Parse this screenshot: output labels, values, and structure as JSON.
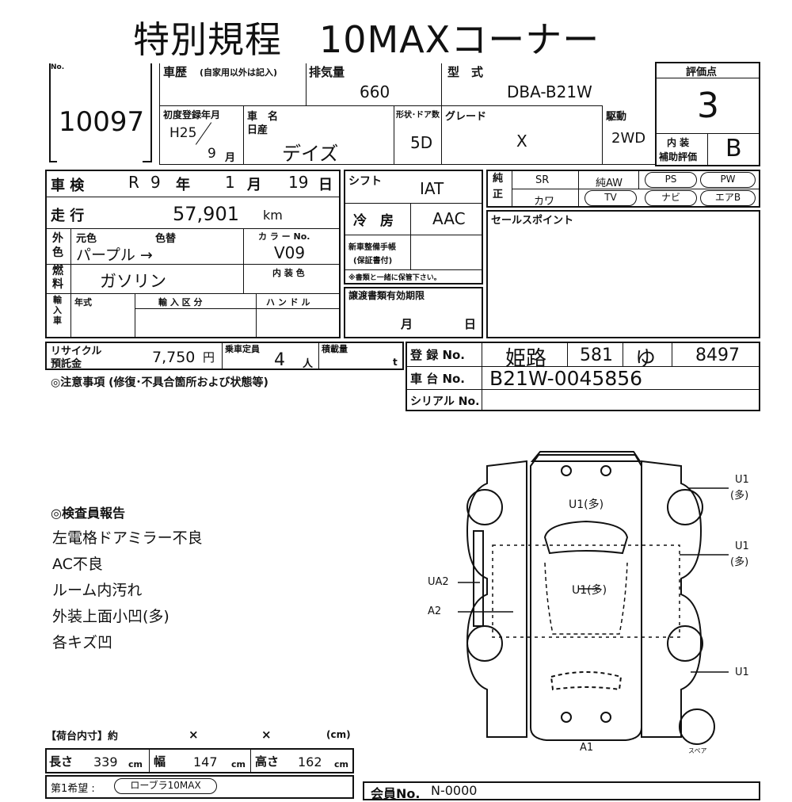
{
  "header": {
    "title": "特別規程　10MAXコーナー"
  },
  "sheet": {
    "no_label": "No.",
    "no_value": "10097",
    "history_label": "車歴",
    "history_note": "(自家用以外は記入)",
    "displacement_label": "排気量",
    "displacement_value": "660",
    "model_label": "型　式",
    "model_value": "DBA-B21W",
    "score_label": "評価点",
    "score_value": "3",
    "first_reg_label": "初度登録年月",
    "first_reg_era": "H25",
    "first_reg_month": "9",
    "month_unit": "月",
    "car_name_label": "車　名",
    "maker": "日産",
    "car_name": "デイズ",
    "shape_label": "形状･ドア数",
    "shape_value": "5D",
    "grade_label": "グレード",
    "grade_value": "X",
    "drive_label": "駆動",
    "drive_value": "2WD",
    "interior_label_1": "内 装",
    "interior_label_2": "補助評価",
    "interior_value": "B"
  },
  "inspection": {
    "shaken_label": "車 検",
    "shaken_era": "R",
    "shaken_year": "9",
    "year_unit": "年",
    "shaken_month": "1",
    "shaken_month_unit": "月",
    "shaken_day": "19",
    "day_unit": "日",
    "shift_label": "シフト",
    "shift_value": "IAT",
    "mileage_label": "走 行",
    "mileage_value": "57,901",
    "mileage_unit": "km",
    "ac_label": "冷　房",
    "ac_value": "AAC",
    "exterior_label": "外色",
    "orig_color_label": "元色",
    "repaint_label": "色替",
    "color_no_label": "カ ラ ー No.",
    "orig_color": "パープル →",
    "color_no": "V09",
    "fuel_label": "燃料",
    "fuel_value": "ガソリン",
    "interior_color_label": "内 装 色",
    "manual_label_1": "新車整備手帳",
    "manual_label_2": "(保証書付)",
    "manual_note": "※書類と一緒に保管下さい。",
    "import_label": "輸入車",
    "model_year_label": "年式",
    "import_type_label": "輸 入 区 分",
    "handle_label": "ハ ン ド ル",
    "transfer_label": "譲渡書類有効期限",
    "transfer_month": "月",
    "transfer_day": "日",
    "recycle_label_1": "リサイクル",
    "recycle_label_2": "預託金",
    "recycle_value": "7,750",
    "recycle_unit": "円",
    "capacity_label": "乗車定員",
    "capacity_value": "4",
    "capacity_unit": "人",
    "load_label": "積載量",
    "load_unit": "t",
    "notice_label": "◎注意事項 (修復･不具合箇所および状態等)",
    "reg_label": "登 録 No.",
    "reg_city": "姫路",
    "reg_class": "581",
    "reg_kana": "ゆ",
    "reg_number": "8497",
    "chassis_label": "車 台 No.",
    "chassis_value": "B21W-0045856",
    "serial_label": "シリアル No."
  },
  "equipment": {
    "label": "純正",
    "sr": "SR",
    "aw": "純AW",
    "ps": "PS",
    "pw": "PW",
    "leather": "カワ",
    "tv": "TV",
    "navi": "ナビ",
    "airbag": "エアB"
  },
  "sales_point_label": "セールスポイント",
  "inspector": {
    "title": "◎検査員報告",
    "notes": [
      "左電格ドアミラー不良",
      "AC不良",
      "ルーム内汚れ",
      "外装上面小凹(多)",
      "各キズ凹"
    ]
  },
  "diagram": {
    "top": "U1(多)",
    "center": "U1(多)",
    "right_top_1": "U1",
    "right_top_2": "(多)",
    "right_mid_1": "U1",
    "right_mid_2": "(多)",
    "right_bottom": "U1",
    "left_1": "UA2",
    "left_2": "A2",
    "bottom": "A1",
    "spare": "スペア"
  },
  "cargo": {
    "title": "【荷台内寸】約",
    "x1": "×",
    "x2": "×",
    "unit": "(cm)",
    "length_label": "長さ",
    "length_value": "339",
    "width_label": "幅",
    "width_value": "147",
    "height_label": "高さ",
    "height_value": "162",
    "cm": "cm",
    "wish_label": "第1希望 :",
    "wish_value": "ローブラ10MAX"
  },
  "member": {
    "label": "会員No.",
    "value": "N-0000"
  }
}
